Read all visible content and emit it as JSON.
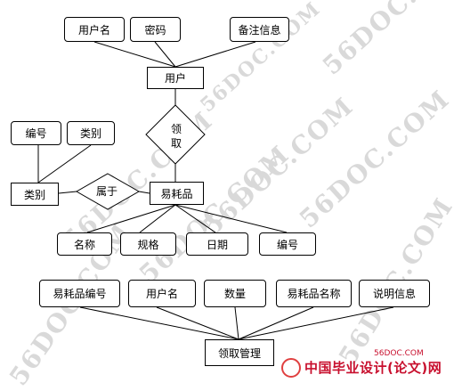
{
  "diagram": {
    "user_attributes": [
      "用户名",
      "密码",
      "备注信息"
    ],
    "user_entity": "用户",
    "receive_relation": "领取",
    "category_attributes": [
      "编号",
      "类别"
    ],
    "category_entity": "类别",
    "belongs_relation": "属于",
    "consumable_entity": "易耗品",
    "consumable_attributes": [
      "名称",
      "规格",
      "日期",
      "编号"
    ],
    "record_attributes": [
      "易耗品编号",
      "用户名",
      "数量",
      "易耗品名称",
      "说明信息"
    ],
    "record_entity": "领取管理"
  },
  "watermark": {
    "text": "56DOC.COM"
  },
  "branding": {
    "url": "56DOC.COM",
    "title": "中国毕业设计(论文)网",
    "logo_color": "#e04040",
    "text_color": "#c8102e"
  }
}
